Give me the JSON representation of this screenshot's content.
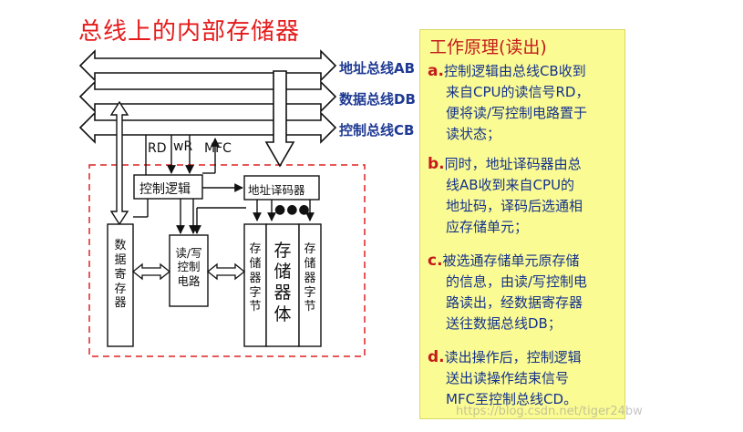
{
  "title": "总线上的内部存储器",
  "buses": {
    "address": "地址总线AB",
    "data": "数据总线DB",
    "control": "控制总线CB"
  },
  "signals": {
    "rd": "RD",
    "wr": "wR",
    "mfc": "MFC"
  },
  "blocks": {
    "control_logic": "控制逻辑",
    "address_decoder": "地址译码器",
    "data_register": [
      "数",
      "据",
      "寄",
      "存",
      "器"
    ],
    "rw_circuit": [
      "读/写",
      "控制",
      "电路"
    ],
    "storage_byte_left": [
      "存",
      "储",
      "器",
      "字",
      "节"
    ],
    "storage_body": [
      "存",
      "储",
      "器",
      "体"
    ],
    "storage_byte_right": [
      "存",
      "储",
      "器",
      "字",
      "节"
    ],
    "dots": "●●●"
  },
  "panel": {
    "title": "工作原理(读出)",
    "steps": [
      {
        "letter": "a.",
        "lines": [
          "控制逻辑由总线CB收到",
          "来自CPU的读信号RD，",
          "便将读/写控制电路置于",
          "读状态；"
        ]
      },
      {
        "letter": "b.",
        "lines": [
          "同时，地址译码器由总",
          "线AB收到来自CPU的",
          "地址码，译码后选通相",
          "应存储单元；"
        ]
      },
      {
        "letter": "c.",
        "lines": [
          "被选通存储单元原存储",
          "的信息，由读/写控制电",
          "路读出，经数据寄存器",
          "送往数据总线DB；"
        ]
      },
      {
        "letter": "d.",
        "lines": [
          "读出操作后，控制逻辑",
          "送出读操作结束信号",
          "MFC至控制总线CD。"
        ]
      }
    ]
  },
  "watermark": "https://blog.csdn.net/tiger24bw"
}
